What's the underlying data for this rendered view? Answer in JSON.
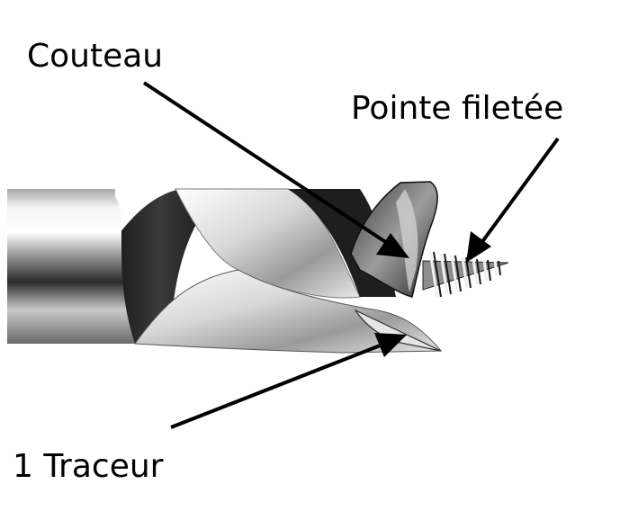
{
  "labels": {
    "couteau": "Couteau",
    "pointe": "Pointe filetée",
    "traceur": "1 Traceur"
  },
  "colors": {
    "background": "#ffffff",
    "ink": "#000000",
    "steel_light": "#f2f2f2",
    "steel_dark": "#1a1a1a"
  }
}
